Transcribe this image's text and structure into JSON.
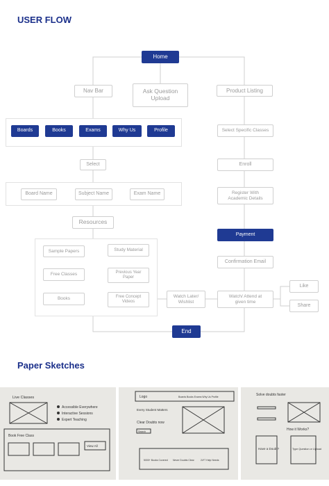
{
  "titles": {
    "user_flow": "USER FLOW",
    "paper_sketches": "Paper Sketches"
  },
  "nodes": {
    "home": "Home",
    "nav_bar": "Nav Bar",
    "ask_question": "Ask Question Upload",
    "product_listing": "Product Listing",
    "boards": "Boards",
    "books": "Books",
    "exams": "Exams",
    "why_us": "Why Us",
    "profile": "Profile",
    "select": "Select",
    "board_name": "Board Name",
    "subject_name": "Subject Name",
    "exam_name": "Exam Name",
    "resources": "Resources",
    "sample_papers": "Sample Papers",
    "study_material": "Study Material",
    "free_classes": "Free Classes",
    "previous_year_paper": "Previous Year Paper",
    "books_res": "Books",
    "free_concept_videos": "Free Concept Videos",
    "select_classes": "Select Specific Classes",
    "enroll": "Enroll",
    "register": "Register With Academic Details",
    "payment": "Payment",
    "confirmation_email": "Confirmation Email",
    "watch_attend": "Watch/ Attend at given time",
    "watch_later": "Watch Later/ Wishlist",
    "like": "Like",
    "share": "Share",
    "end": "End"
  },
  "sketches": {
    "s1": {
      "title": "Live Classes",
      "bullets": [
        "Accessible Everywhere",
        "Interactive Sessions",
        "Expert Teaching"
      ],
      "bottom_title": "Book Free Class",
      "view_all": "View All"
    },
    "s2": {
      "logo": "Logo",
      "nav": "Boards  Books  Exams  Why Us  Profile",
      "headline": "Every Student Matters",
      "sub": "Clear Doubts now",
      "search": "Search",
      "stats": [
        "5000+ Books Covered",
        "Never Doubts Clear",
        "24*7 Help Needs"
      ]
    },
    "s3": {
      "title": "Solve doubts faster",
      "question": "How it Works?",
      "have": "Have a Doubt?",
      "type": "Type Question or Upload"
    }
  }
}
